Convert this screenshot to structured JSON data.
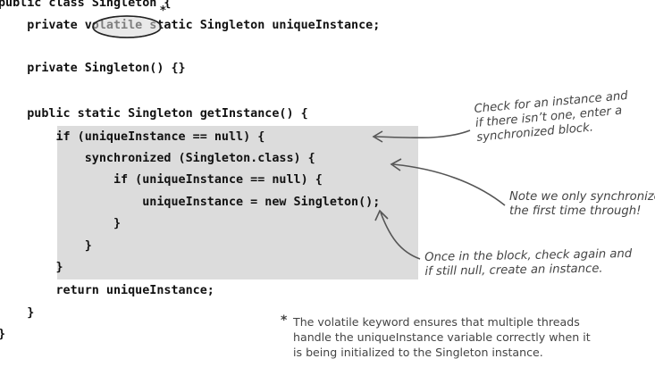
{
  "code": {
    "line1": "public class Singleton {",
    "line2_pre": "    private ",
    "line2_kw": "volatile",
    "line2_post": " static Singleton uniqueInstance;",
    "line3": "    private Singleton() {}",
    "line4": "    public static Singleton getInstance() {",
    "line5": "        if (uniqueInstance == null) {",
    "line6": "            synchronized (Singleton.class) {",
    "line7": "                if (uniqueInstance == null) {",
    "line8": "                    uniqueInstance = new Singleton();",
    "line9": "                }",
    "line10": "            }",
    "line11": "        }",
    "line12": "        return uniqueInstance;",
    "line13": "    }",
    "line14": "}"
  },
  "annotations": {
    "check_instance": [
      "Check for an instance and",
      "if there isn’t one, enter a",
      "synchronized block."
    ],
    "synchronize_once": [
      "Note we only synchronize",
      "the first time through!"
    ],
    "check_again": [
      "Once in the block, check again and",
      "if still null, create an instance."
    ]
  },
  "footnote": {
    "star": "*",
    "lines": [
      "The volatile keyword ensures that multiple threads",
      "handle the uniqueInstance variable correctly when it",
      "is being initialized to the Singleton instance."
    ]
  },
  "colors": {
    "highlight": "#dcdcdc",
    "ink": "#111111",
    "note": "#444444"
  }
}
